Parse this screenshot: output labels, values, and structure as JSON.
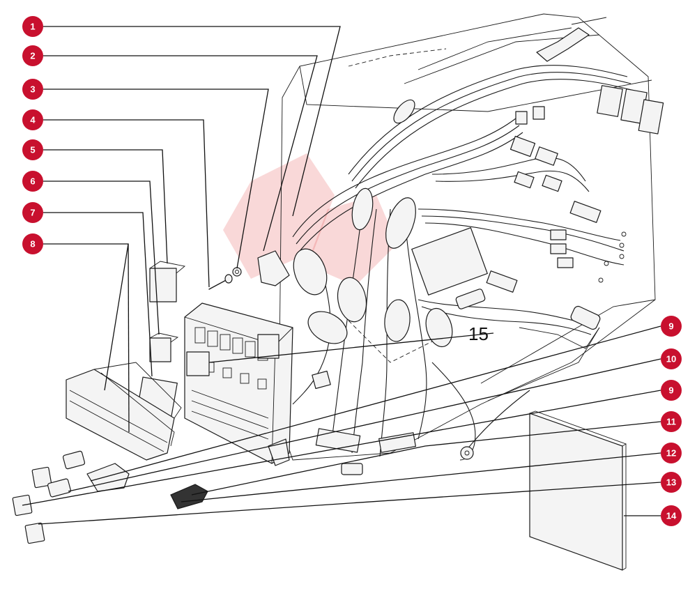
{
  "diagram": {
    "left_callouts": [
      "1",
      "2",
      "3",
      "4",
      "5",
      "6",
      "7",
      "8"
    ],
    "right_callouts": [
      "9",
      "10",
      "9",
      "11",
      "12",
      "13",
      "14"
    ],
    "inline_label": "15",
    "callout_color": "#c8102e"
  }
}
